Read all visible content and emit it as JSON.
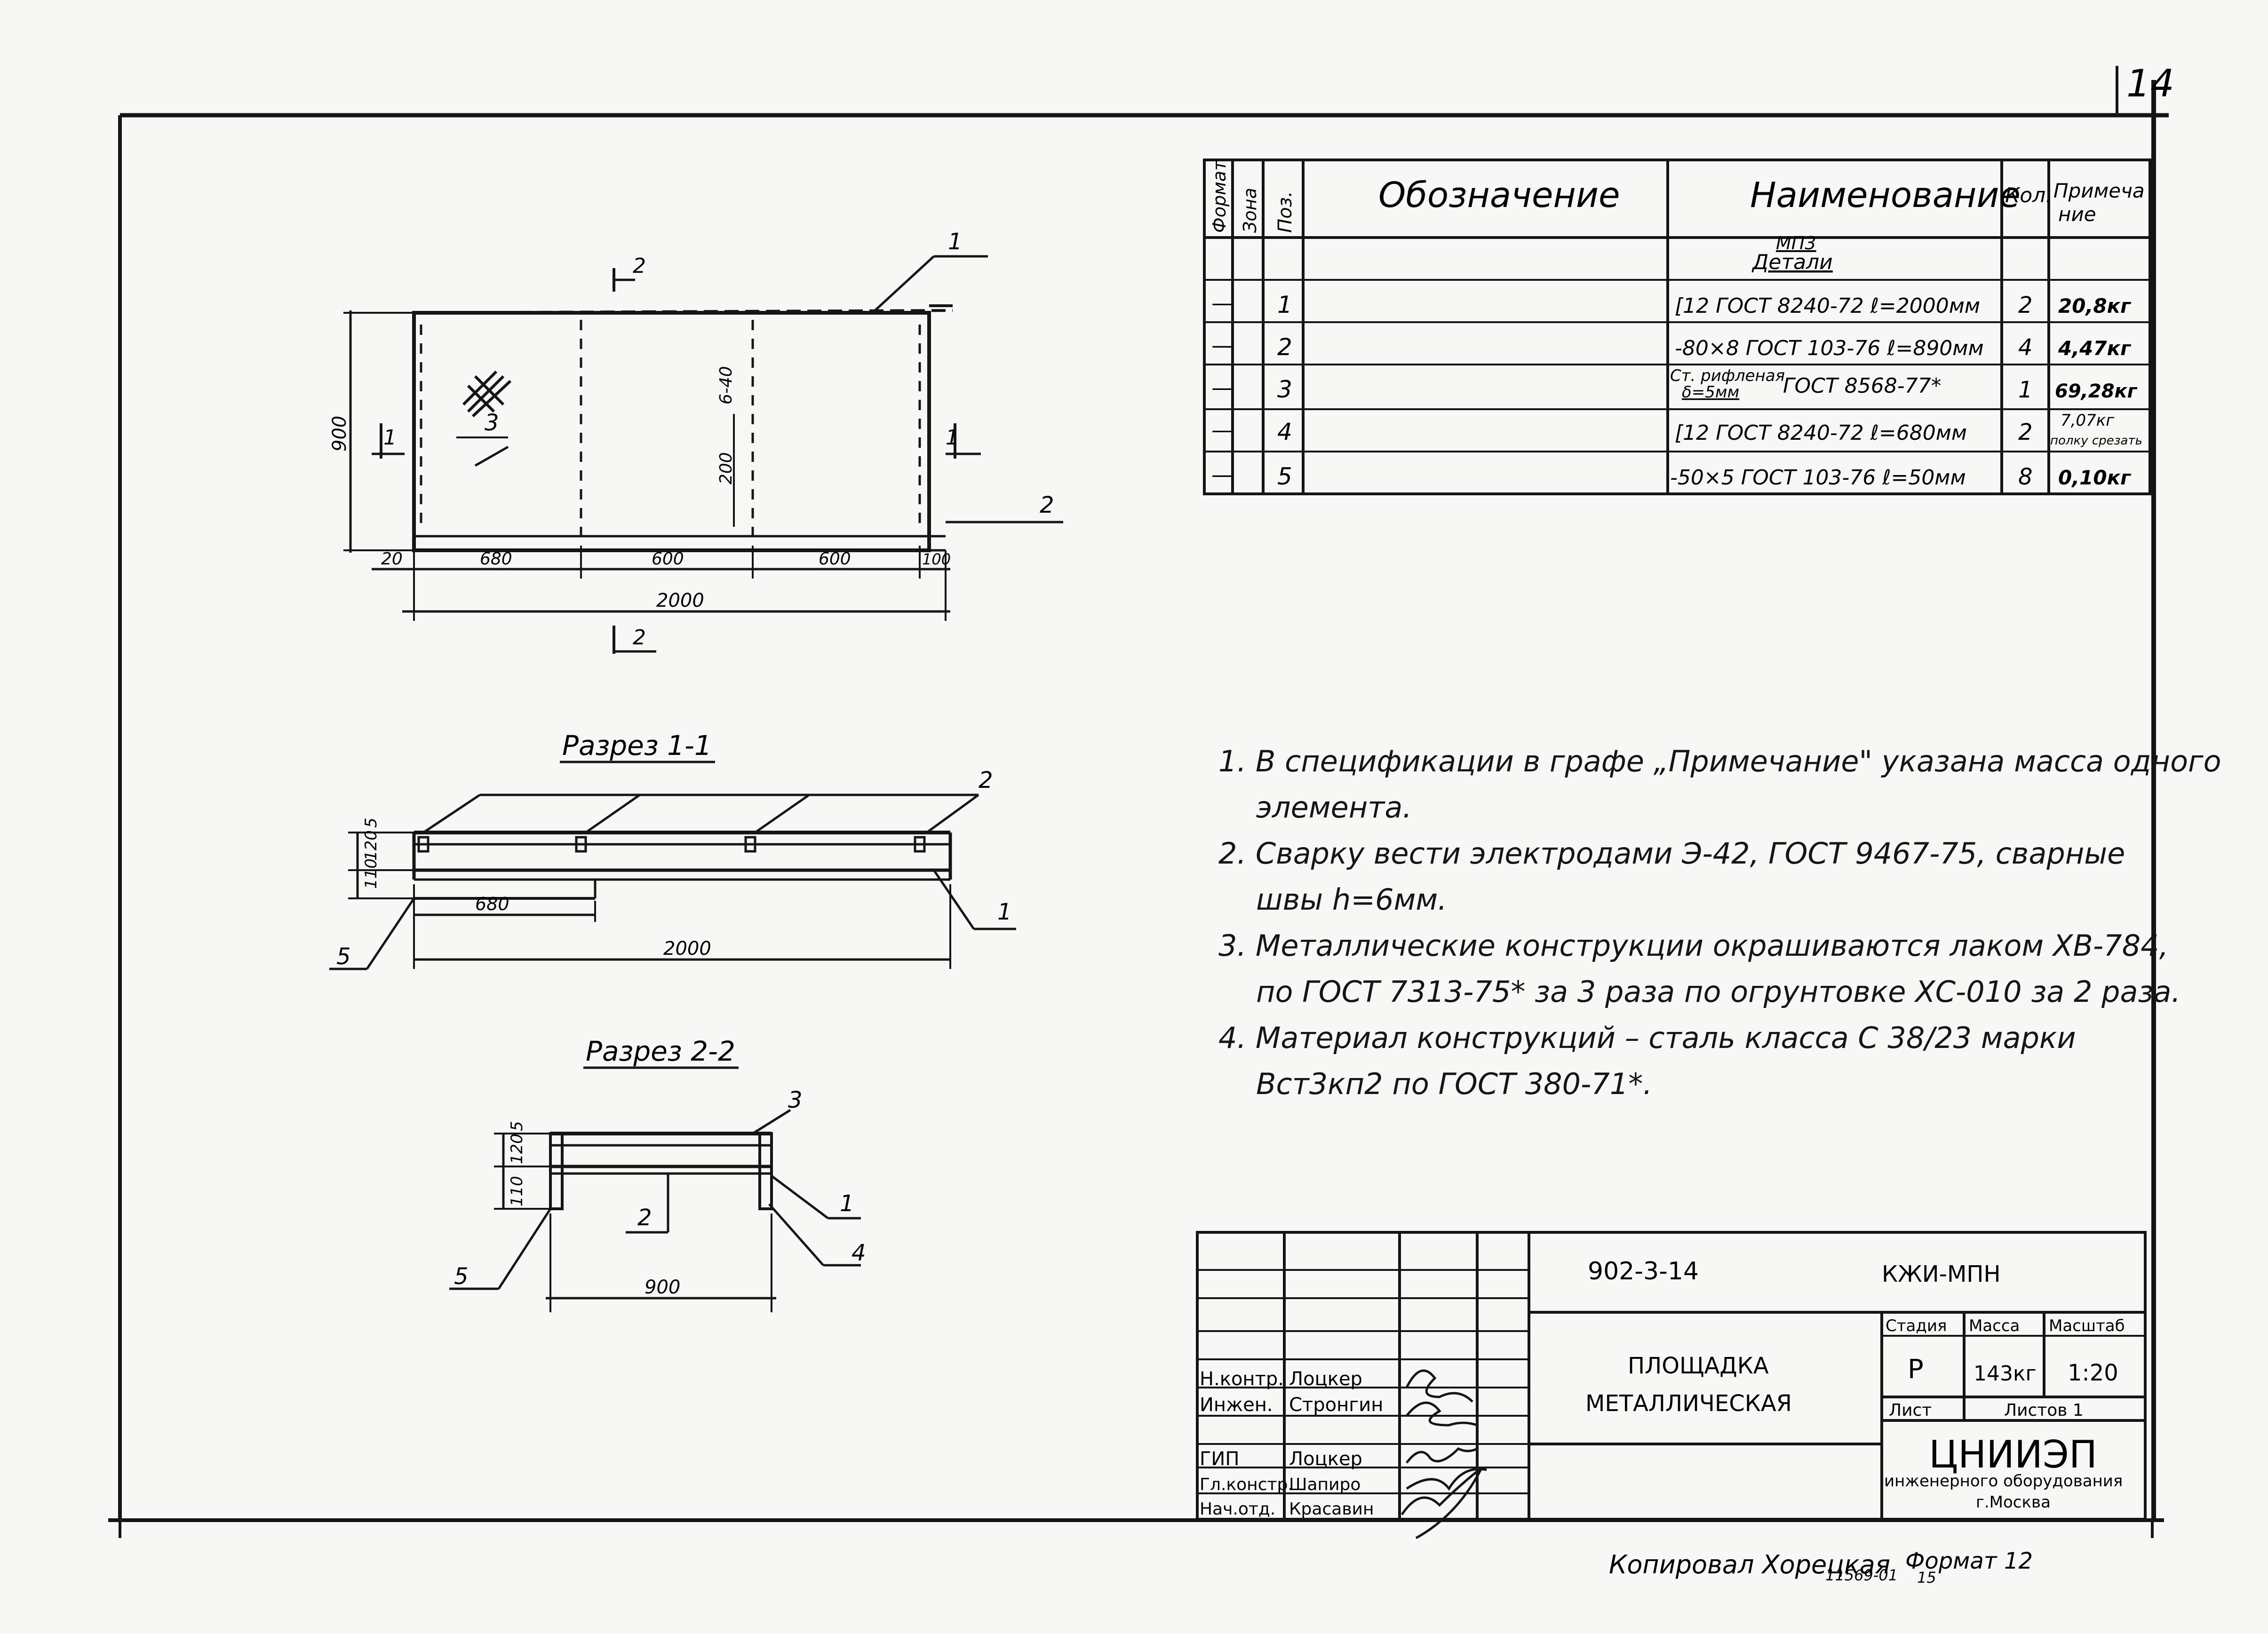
{
  "page_number": "14",
  "spec": {
    "headers": {
      "format": "Формат",
      "zone": "Зона",
      "pos": "Поз.",
      "designation": "Обозначение",
      "name": "Наименование",
      "qty": "Кол.",
      "note_line1": "Примеча",
      "note_line2": "ние"
    },
    "group_title_1": "МП3",
    "group_title_2": "Детали",
    "rows": [
      {
        "dash": "—",
        "pos": "1",
        "name": "[12 ГОСТ 8240-72  ℓ=2000мм",
        "qty": "2",
        "note": "20,8кг"
      },
      {
        "dash": "—",
        "pos": "2",
        "name": "-80×8 ГОСТ 103-76  ℓ=890мм",
        "qty": "4",
        "note": "4,47кг"
      },
      {
        "dash": "—",
        "pos": "3",
        "name_line1": "Ст. рифленая",
        "name_line2": "δ=5мм",
        "name_rest": "ГОСТ 8568-77*",
        "qty": "1",
        "note": "69,28кг"
      },
      {
        "dash": "—",
        "pos": "4",
        "name": "[12 ГОСТ 8240-72   ℓ=680мм",
        "qty": "2",
        "note_line1": "7,07кг",
        "note_line2": "полку срезать"
      },
      {
        "dash": "—",
        "pos": "5",
        "name": "-50×5 ГОСТ 103-76  ℓ=50мм",
        "qty": "8",
        "note": "0,10кг"
      }
    ]
  },
  "plan": {
    "callouts": [
      "1",
      "2",
      "3"
    ],
    "section_marks": [
      "1",
      "1",
      "2",
      "2"
    ],
    "dims_bottom": [
      "20",
      "680",
      "600",
      "600",
      "100"
    ],
    "dim_total": "2000",
    "dim_height": "900",
    "dim_inner_1": "200",
    "dim_inner_2": "6-40"
  },
  "section_1": {
    "title": "Разрез 1-1",
    "dims_left": [
      "110",
      "120",
      "5"
    ],
    "dim_sub": "680",
    "dim_total": "2000",
    "callouts": [
      "1",
      "2",
      "5"
    ]
  },
  "section_2": {
    "title": "Разрез 2-2",
    "dims_left": [
      "110",
      "120",
      "5"
    ],
    "dim_total": "900",
    "callouts": [
      "1",
      "2",
      "3",
      "4",
      "5"
    ]
  },
  "notes": [
    "1. В спецификации в графе „Примечание\" указана масса одного",
    "элемента.",
    "2. Сварку вести электродами Э-42, ГОСТ 9467-75, сварные",
    "швы h=6мм.",
    "3. Металлические конструкции окрашиваются лаком ХВ-784,",
    "по ГОСТ 7313-75* за 3 раза по огрунтовке ХС-010 за 2 раза.",
    "4. Материал конструкций – сталь класса С 38/23 марки",
    "Вст3кп2 по ГОСТ 380-71*."
  ],
  "title_block": {
    "doc_code": "902-3-14",
    "doc_code_2": "КЖИ-МПН",
    "drawing_title_1": "ПЛОЩАДКА",
    "drawing_title_2": "МЕТАЛЛИЧЕСКАЯ",
    "stage_label": "Стадия",
    "mass_label": "Масса",
    "scale_label": "Масштаб",
    "stage": "Р",
    "mass": "143кг",
    "scale": "1:20",
    "sheet_label": "Лист",
    "sheets_label": "Листов 1",
    "org_1": "ЦНИИЭП",
    "org_2": "инженерного оборудования",
    "org_3": "г.Москва",
    "roles": [
      {
        "role": "Н.контр.",
        "name": "Лоцкер"
      },
      {
        "role": "Инжен.",
        "name": "Стронгин"
      },
      {
        "role": "ГИП",
        "name": "Лоцкер"
      },
      {
        "role": "Гл.констр.",
        "name": "Шапиро"
      },
      {
        "role": "Нач.отд.",
        "name": "Красавин"
      }
    ]
  },
  "footer": {
    "copied": "Копировал Хорецкая",
    "format": "Формат 12",
    "stamp_num": "11569-01",
    "stamp_num_2": "15"
  }
}
